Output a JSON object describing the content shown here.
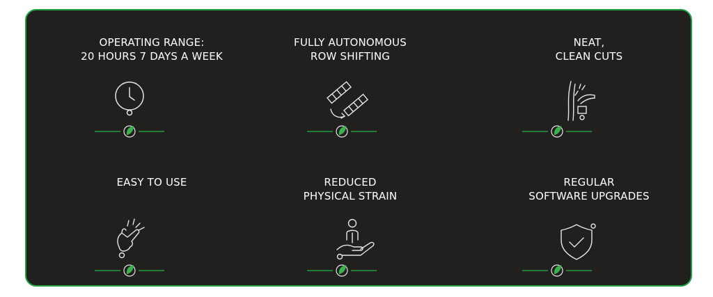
{
  "panel": {
    "border_color": "#1fa043",
    "background": "#221f1f"
  },
  "features": [
    {
      "lines": [
        "OPERATING RANGE:",
        "20 HOURS 7 DAYS A WEEK"
      ],
      "icon": "clock-icon"
    },
    {
      "lines": [
        "FULLY AUTONOMOUS",
        "ROW SHIFTING"
      ],
      "icon": "row-shift-icon"
    },
    {
      "lines": [
        "NEAT,",
        "CLEAN CUTS"
      ],
      "icon": "pruning-cut-icon"
    },
    {
      "lines": [
        "EASY TO USE"
      ],
      "icon": "tap-hand-icon"
    },
    {
      "lines": [
        "REDUCED",
        "PHYSICAL STRAIN"
      ],
      "icon": "hand-person-icon"
    },
    {
      "lines": [
        "REGULAR",
        "SOFTWARE UPGRADES"
      ],
      "icon": "shield-check-icon"
    }
  ],
  "divider": {
    "icon": "leaf-icon",
    "line_color": "#1fa043",
    "leaf_color": "#38b44a"
  }
}
